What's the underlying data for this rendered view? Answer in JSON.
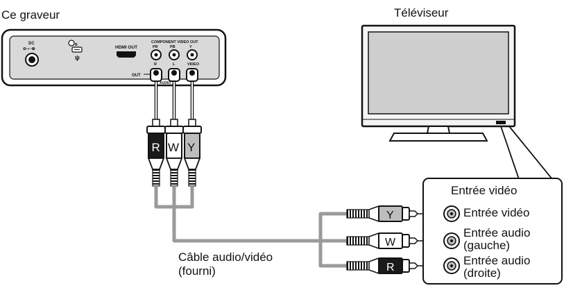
{
  "recorder": {
    "title": "Ce graveur",
    "panel": {
      "dc": "DC",
      "dc_symbol": "⊖-◐-⊕",
      "usb_symbol": "ψ",
      "hdmi_out": "HDMI OUT",
      "component_video_out": "COMPONENT VIDEO OUT",
      "pr": "PR",
      "pb": "PB",
      "y": "Y",
      "r": "R",
      "l": "L",
      "video": "VIDEO",
      "out": "OUT",
      "audio": "AUDIO"
    }
  },
  "tv": {
    "title": "Téléviseur"
  },
  "plugs": {
    "r": "R",
    "w": "W",
    "y": "Y"
  },
  "inputs_box": {
    "title": "Entrée vidéo",
    "video_input": "Entrée vidéo",
    "audio_left_line1": "Entrée audio",
    "audio_left_line2": "(gauche)",
    "audio_right_line1": "Entrée audio",
    "audio_right_line2": "(droite)"
  },
  "cable": {
    "line1": "Câble audio/vidéo",
    "line2": "(fourni)"
  },
  "colors": {
    "stroke": "#111111",
    "cable": "#9a9a9a",
    "screen": "#cfcfcf",
    "tv_body": "#f4f4f4"
  }
}
